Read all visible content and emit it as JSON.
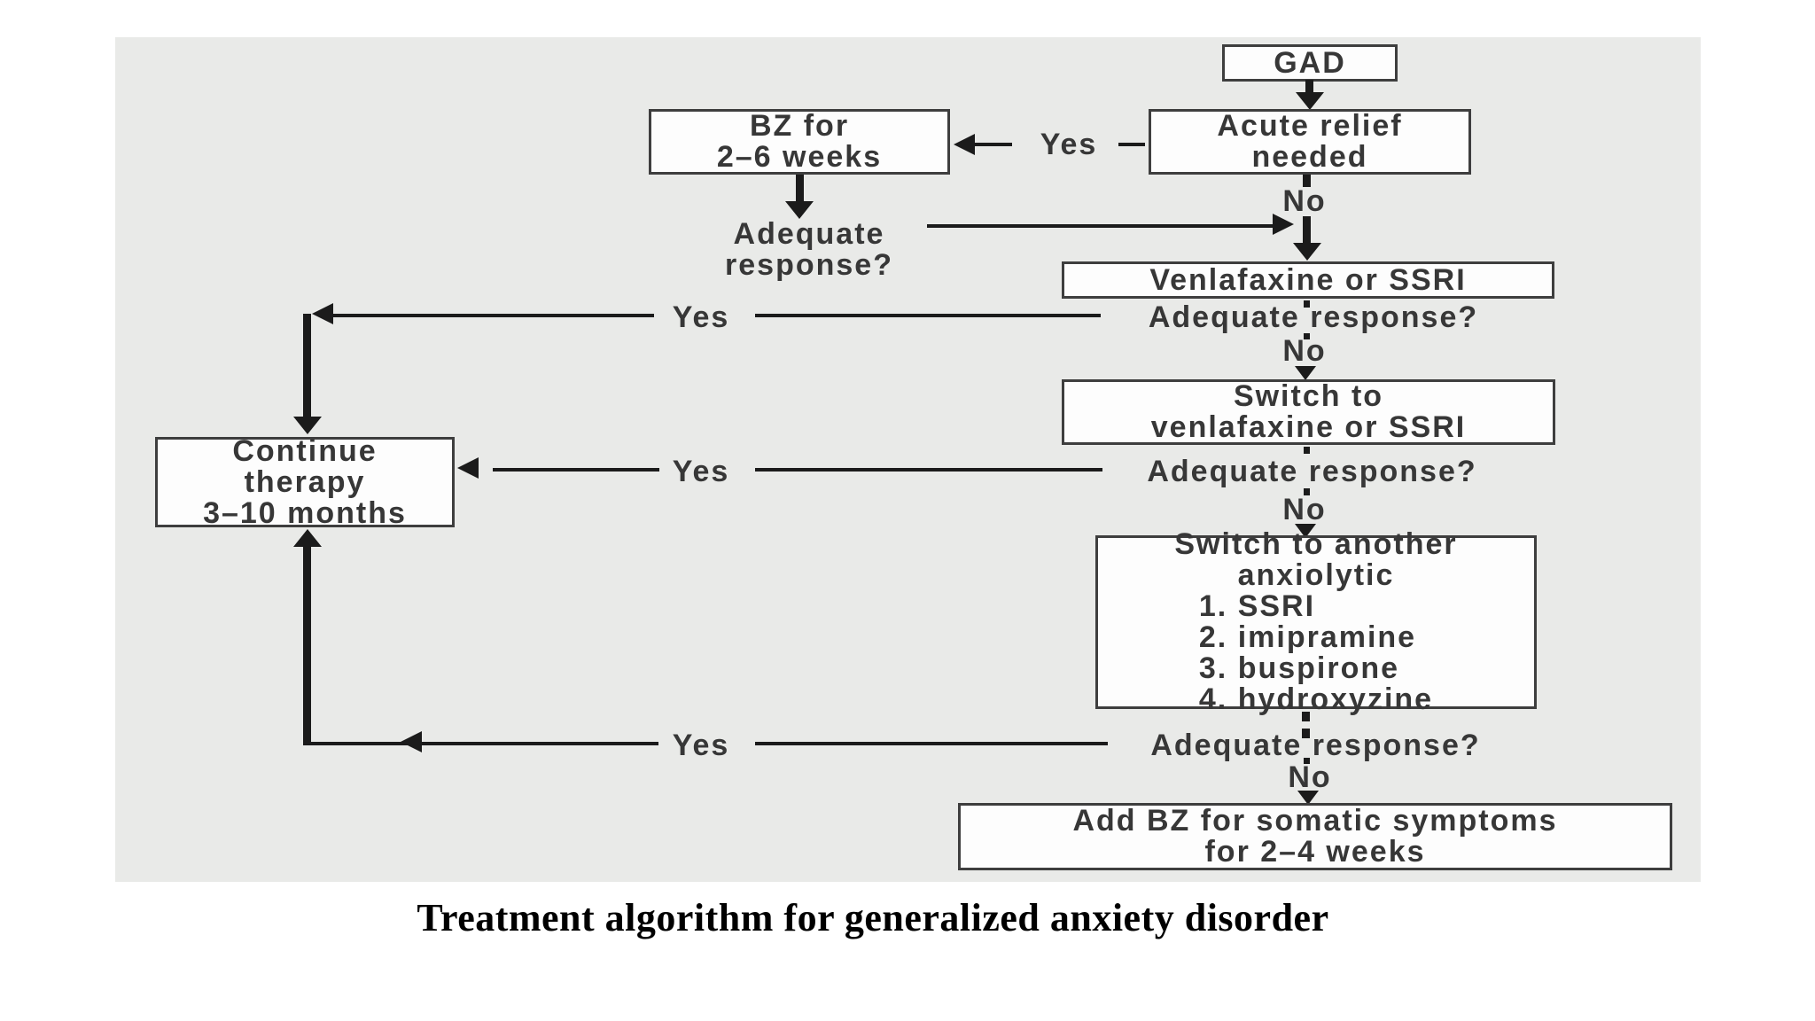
{
  "figure": {
    "caption": "Treatment algorithm for generalized anxiety disorder"
  },
  "colors": {
    "panel_bg": "#e9eae8",
    "box_bg": "#fdfdfd",
    "box_border": "#3e3e3e",
    "text": "#373737",
    "arrow": "#1b1b1b",
    "caption_text": "#000000"
  },
  "flow": {
    "gad": "GAD",
    "acute_relief": [
      "Acute relief",
      "needed"
    ],
    "bz": [
      "BZ for",
      "2–6 weeks"
    ],
    "adequate_two_line": [
      "Adequate",
      "response?"
    ],
    "yes": "Yes",
    "no": "No",
    "venlafaxine": "Venlafaxine or SSRI",
    "adequate_response": "Adequate response?",
    "switch_venlafaxine": [
      "Switch to",
      "venlafaxine or SSRI"
    ],
    "switch_anxiolytic": [
      "Switch to another",
      "anxiolytic"
    ],
    "anxiolytic_options": [
      "1. SSRI",
      "2. imipramine",
      "3. buspirone",
      "4. hydroxyzine"
    ],
    "continue_therapy": [
      "Continue",
      "therapy",
      "3–10 months"
    ],
    "add_bz": [
      "Add BZ for somatic symptoms",
      "for 2–4 weeks"
    ]
  }
}
